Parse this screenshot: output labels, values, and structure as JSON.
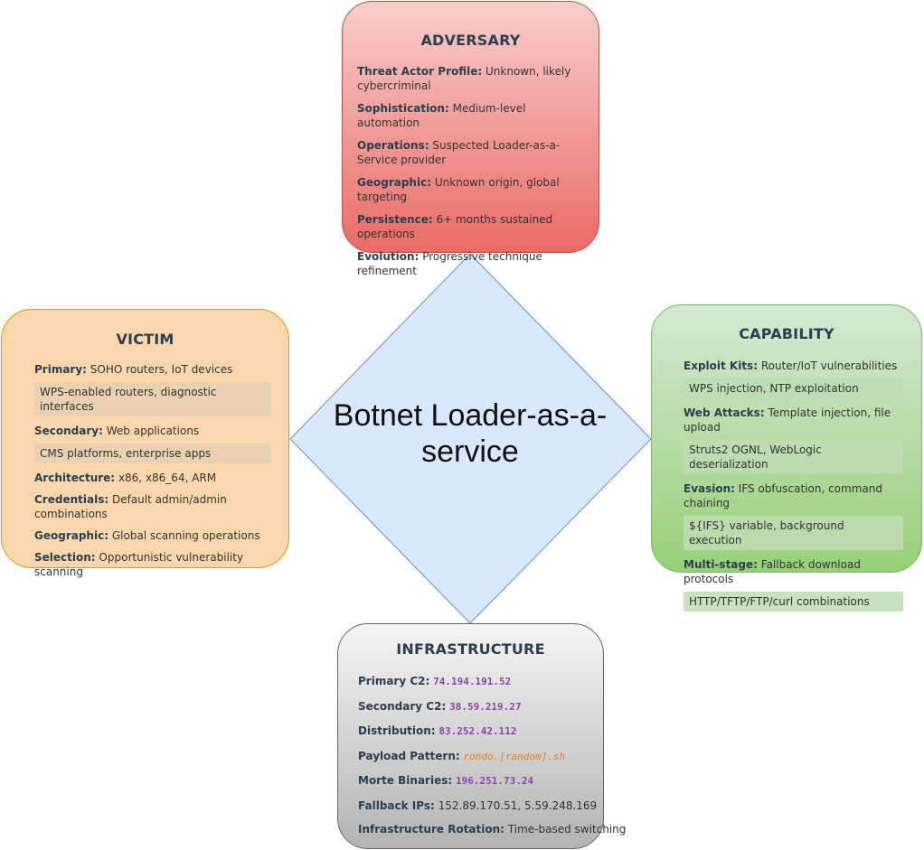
{
  "center": {
    "line1": "Botnet Loader-as-a-",
    "line2": "service"
  },
  "adversary": {
    "title": "ADVERSARY",
    "items": [
      {
        "label": "Threat Actor Profile:",
        "value": "Unknown, likely cybercriminal"
      },
      {
        "label": "Sophistication:",
        "value": "Medium-level automation"
      },
      {
        "label": "Operations:",
        "value": "Suspected Loader-as-a-Service provider"
      },
      {
        "label": "Geographic:",
        "value": "Unknown origin, global targeting"
      },
      {
        "label": "Persistence:",
        "value": "6+ months sustained operations"
      },
      {
        "label": "Evolution:",
        "value": "Progressive technique refinement"
      }
    ]
  },
  "victim": {
    "title": "VICTIM",
    "items": [
      {
        "label": "Primary:",
        "value": "SOHO routers, IoT devices",
        "sub": "WPS-enabled routers, diagnostic interfaces"
      },
      {
        "label": "Secondary:",
        "value": "Web applications",
        "sub": "CMS platforms, enterprise apps"
      },
      {
        "label": "Architecture:",
        "value": "x86, x86_64, ARM"
      },
      {
        "label": "Credentials:",
        "value": "Default admin/admin combinations"
      },
      {
        "label": "Geographic:",
        "value": "Global scanning operations"
      },
      {
        "label": "Selection:",
        "value": "Opportunistic vulnerability scanning"
      }
    ]
  },
  "capability": {
    "title": "CAPABILITY",
    "items": [
      {
        "label": "Exploit Kits:",
        "value": "Router/IoT vulnerabilities",
        "sub": "WPS injection, NTP exploitation"
      },
      {
        "label": "Web Attacks:",
        "value": "Template injection, file upload",
        "sub": "Struts2 OGNL, WebLogic deserialization"
      },
      {
        "label": "Evasion:",
        "value": "IFS obfuscation, command chaining",
        "sub": "${IFS} variable, background execution"
      },
      {
        "label": "Multi-stage:",
        "value": "Fallback download protocols",
        "sub": "HTTP/TFTP/FTP/curl combinations"
      }
    ]
  },
  "infrastructure": {
    "title": "INFRASTRUCTURE",
    "items": [
      {
        "label": "Primary C2:",
        "value": "74.194.191.52"
      },
      {
        "label": "Secondary C2:",
        "value": "38.59.219.27"
      },
      {
        "label": "Distribution:",
        "value": "83.252.42.112"
      },
      {
        "label": "Payload Pattern:",
        "value": "rondo.[random].sh"
      },
      {
        "label": "Morte Binaries:",
        "value": "196.251.73.24"
      },
      {
        "label": "Fallback IPs:",
        "value": "152.89.170.51, 5.59.248.169"
      },
      {
        "label": "Infrastructure Rotation:",
        "value": "Time-based switching"
      }
    ]
  },
  "colors": {
    "diamond_fill": "#dae8fc",
    "diamond_stroke": "#6c8ebf",
    "ip_purple": "#8e44ad",
    "pattern_orange": "#e67e22"
  }
}
